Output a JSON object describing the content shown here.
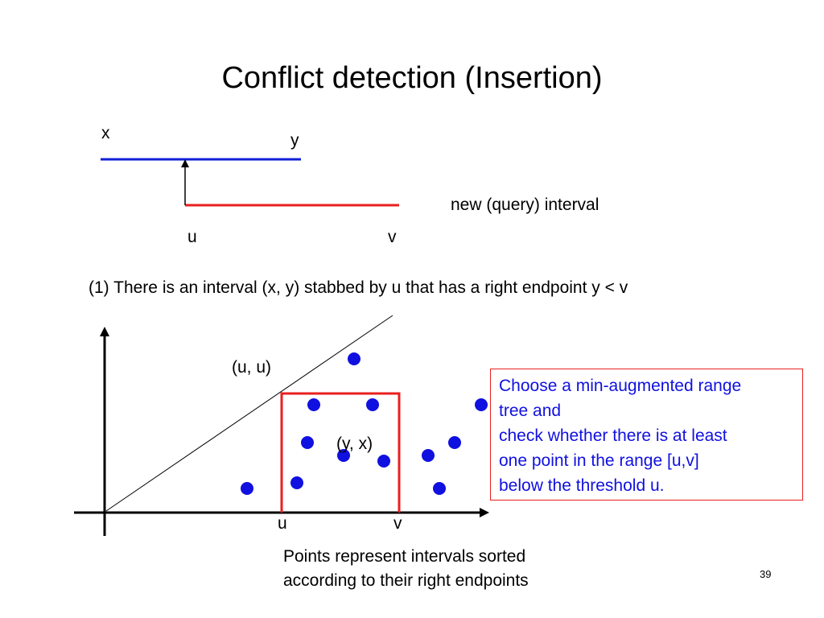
{
  "slide": {
    "title": "Conflict detection (Insertion)",
    "page_number": "39"
  },
  "top_diagram": {
    "label_x": "x",
    "label_y": "y",
    "label_u": "u",
    "label_v": "v",
    "query_label": "new (query) interval",
    "stored_interval_color": "#1020d8",
    "query_interval_color": "#e8201f"
  },
  "condition_text": "(1) There is an interval (x, y) stabbed by u that has a right endpoint y < v",
  "plot": {
    "label_uu": "(u, u)",
    "label_yx": "(y, x)",
    "label_u": "u",
    "label_v": "v",
    "point_color": "#1010e0",
    "range_color": "#e8201f"
  },
  "note": {
    "lines": [
      "Choose a min-augmented range",
      "tree and",
      "check whether there is at least",
      "one point in the range [u,v]",
      "below the threshold u."
    ]
  },
  "caption": {
    "lines": [
      "Points represent intervals sorted",
      "according to their right endpoints"
    ]
  }
}
